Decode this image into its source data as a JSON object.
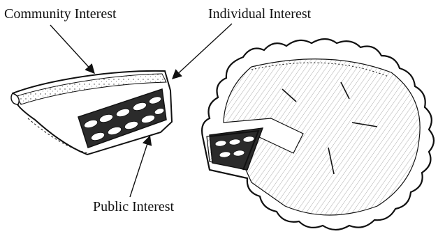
{
  "labels": {
    "community": "Community Interest",
    "individual": "Individual Interest",
    "public": "Public Interest"
  },
  "colors": {
    "ink": "#111111",
    "paper": "#ffffff",
    "filling": "#2b2b2b"
  },
  "illustration": {
    "slice": "pie-slice-illustration",
    "pie": "whole-pie-illustration"
  }
}
